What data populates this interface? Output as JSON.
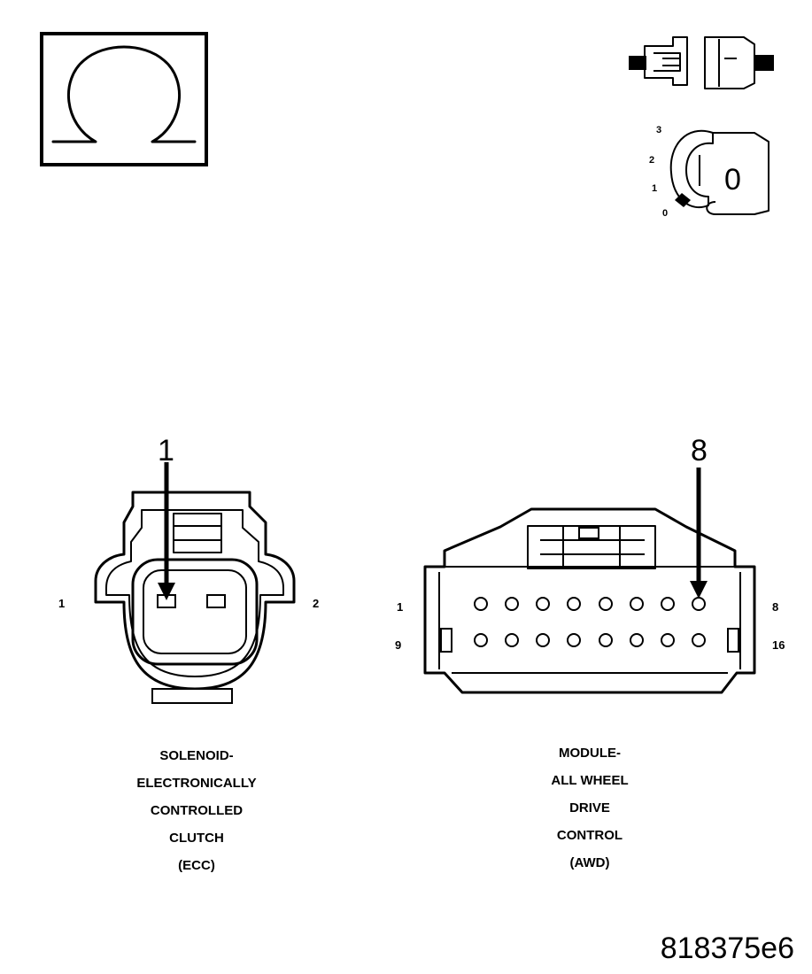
{
  "icons": {
    "ohmmeter": "omega-ohm-icon",
    "disconnected_connector": "disconnected-connector-icon",
    "ignition_key": "ignition-key-icon"
  },
  "ignition_switch": {
    "positions": [
      "3",
      "2",
      "1",
      "0"
    ],
    "key_label": "0"
  },
  "connectors": [
    {
      "id": "ecc",
      "callout_pin": "1",
      "left_pin_label": "1",
      "right_pin_label": "2",
      "caption_lines": [
        "SOLENOID-",
        "ELECTRONICALLY",
        "CONTROLLED",
        "CLUTCH",
        "(ECC)"
      ]
    },
    {
      "id": "awd",
      "callout_pin": "8",
      "top_left_label": "1",
      "top_right_label": "8",
      "bottom_left_label": "9",
      "bottom_right_label": "16",
      "caption_lines": [
        "MODULE-",
        "ALL WHEEL",
        "DRIVE",
        "CONTROL",
        "(AWD)"
      ]
    }
  ],
  "figure_id": "818375e6"
}
